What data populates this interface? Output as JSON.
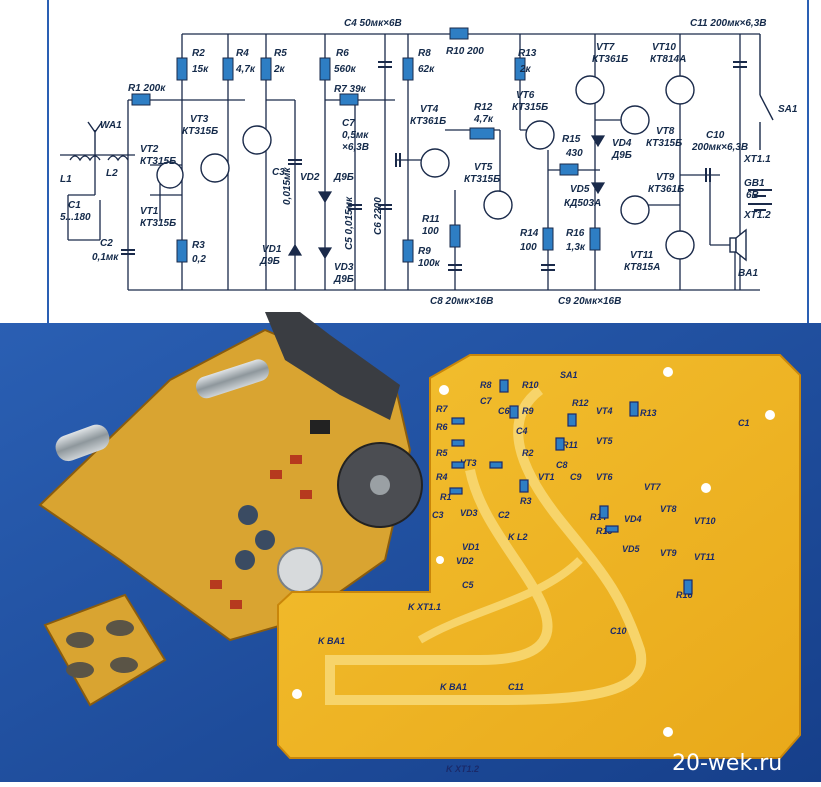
{
  "schematic": {
    "components": [
      {
        "id": "wa1",
        "text": "WA1"
      },
      {
        "id": "l1",
        "text": "L1"
      },
      {
        "id": "l2",
        "text": "L2"
      },
      {
        "id": "c1",
        "text": "C1"
      },
      {
        "id": "c1v",
        "text": "5...180"
      },
      {
        "id": "r1",
        "text": "R1 200к"
      },
      {
        "id": "vt2",
        "text": "VT2"
      },
      {
        "id": "vt2t",
        "text": "КТ315Б"
      },
      {
        "id": "vt1",
        "text": "VT1"
      },
      {
        "id": "vt1t",
        "text": "КТ315Б"
      },
      {
        "id": "c2",
        "text": "C2"
      },
      {
        "id": "c2v",
        "text": "0,1мк"
      },
      {
        "id": "r2",
        "text": "R2"
      },
      {
        "id": "r2v",
        "text": "15к"
      },
      {
        "id": "r4",
        "text": "R4"
      },
      {
        "id": "r4v",
        "text": "4,7к"
      },
      {
        "id": "r5",
        "text": "R5"
      },
      {
        "id": "r5v",
        "text": "2к"
      },
      {
        "id": "vt3",
        "text": "VT3"
      },
      {
        "id": "vt3t",
        "text": "КТ315Б"
      },
      {
        "id": "r3",
        "text": "R3"
      },
      {
        "id": "r3v",
        "text": "0,2"
      },
      {
        "id": "c3",
        "text": "C3"
      },
      {
        "id": "c3v",
        "text": "0,015мк"
      },
      {
        "id": "vd1",
        "text": "VD1"
      },
      {
        "id": "vd1t",
        "text": "Д9Б"
      },
      {
        "id": "vd2",
        "text": "VD2"
      },
      {
        "id": "vd2t",
        "text": "Д9Б"
      },
      {
        "id": "vd3",
        "text": "VD3"
      },
      {
        "id": "vd3t",
        "text": "Д9Б"
      },
      {
        "id": "c4",
        "text": "C4 50мк×6В"
      },
      {
        "id": "r6",
        "text": "R6"
      },
      {
        "id": "r6v",
        "text": "560к"
      },
      {
        "id": "r7",
        "text": "R7 39к"
      },
      {
        "id": "c7",
        "text": "C7"
      },
      {
        "id": "c7v",
        "text": "0,5мк"
      },
      {
        "id": "c7u",
        "text": "×6,3В"
      },
      {
        "id": "c5",
        "text": "C5 0,015мк"
      },
      {
        "id": "c6",
        "text": "C6 2200"
      },
      {
        "id": "r8",
        "text": "R8"
      },
      {
        "id": "r8v",
        "text": "62к"
      },
      {
        "id": "r10",
        "text": "R10 200"
      },
      {
        "id": "vt4",
        "text": "VT4"
      },
      {
        "id": "vt4t",
        "text": "КТ361Б"
      },
      {
        "id": "r12",
        "text": "R12"
      },
      {
        "id": "r12v",
        "text": "4,7к"
      },
      {
        "id": "vt5",
        "text": "VT5"
      },
      {
        "id": "vt5t",
        "text": "КТ315Б"
      },
      {
        "id": "r11",
        "text": "R11"
      },
      {
        "id": "r11v",
        "text": "100"
      },
      {
        "id": "r9",
        "text": "R9"
      },
      {
        "id": "r9v",
        "text": "100к"
      },
      {
        "id": "c8",
        "text": "C8 20мк×16В"
      },
      {
        "id": "r13",
        "text": "R13"
      },
      {
        "id": "r13v",
        "text": "2к"
      },
      {
        "id": "vt6",
        "text": "VT6"
      },
      {
        "id": "vt6t",
        "text": "КТ315Б"
      },
      {
        "id": "r15",
        "text": "R15"
      },
      {
        "id": "r15v",
        "text": "430"
      },
      {
        "id": "r14",
        "text": "R14"
      },
      {
        "id": "r14v",
        "text": "100"
      },
      {
        "id": "r16",
        "text": "R16"
      },
      {
        "id": "r16v",
        "text": "1,3к"
      },
      {
        "id": "c9",
        "text": "C9 20мк×16В"
      },
      {
        "id": "vt7",
        "text": "VT7"
      },
      {
        "id": "vt7t",
        "text": "КТ361Б"
      },
      {
        "id": "vd4",
        "text": "VD4"
      },
      {
        "id": "vd4t",
        "text": "Д9Б"
      },
      {
        "id": "vd5",
        "text": "VD5"
      },
      {
        "id": "vd5t",
        "text": "КД503А"
      },
      {
        "id": "vt10",
        "text": "VT10"
      },
      {
        "id": "vt10t",
        "text": "КТ814А"
      },
      {
        "id": "vt8",
        "text": "VT8"
      },
      {
        "id": "vt8t",
        "text": "КТ315Б"
      },
      {
        "id": "vt9",
        "text": "VT9"
      },
      {
        "id": "vt9t",
        "text": "КТ361Б"
      },
      {
        "id": "vt11",
        "text": "VT11"
      },
      {
        "id": "vt11t",
        "text": "КТ815А"
      },
      {
        "id": "c10",
        "text": "C10"
      },
      {
        "id": "c10v",
        "text": "200мк×6,3В"
      },
      {
        "id": "c11",
        "text": "C11 200мк×6,3В"
      },
      {
        "id": "sa1",
        "text": "SA1"
      },
      {
        "id": "xt11",
        "text": "XT1.1"
      },
      {
        "id": "gb1",
        "text": "GB1"
      },
      {
        "id": "gb1v",
        "text": "6В"
      },
      {
        "id": "xt12",
        "text": "XT1.2"
      },
      {
        "id": "ba1",
        "text": "BA1"
      }
    ]
  },
  "pcb_labels": [
    "R8",
    "R10",
    "SA1",
    "C7",
    "R7",
    "R6",
    "C6",
    "R9",
    "R12",
    "VT4",
    "R13",
    "C4",
    "R11",
    "VT5",
    "R5",
    "VT3",
    "R2",
    "C8",
    "C9",
    "R4",
    "VT1",
    "VT6",
    "R1",
    "C2",
    "R3",
    "VT7",
    "C3",
    "R14",
    "R15",
    "VD4",
    "VT8",
    "VT10",
    "VD1",
    "VD2",
    "VD3",
    "C5",
    "VD5",
    "VT9",
    "VT11",
    "R16",
    "K L2",
    "K XT1.1",
    "K BA1",
    "C10",
    "K BA1",
    "C11",
    "C1",
    "K XT1.2"
  ],
  "watermark": "20-wek.ru",
  "colors": {
    "ink": "#1a2a4a",
    "resistor": "#2e7ec4",
    "blue_bg": "#1f53a8",
    "pcb_yellow": "#f0b81e",
    "pcb_trace": "#f7d46a",
    "board_tan": "#d9a431"
  }
}
